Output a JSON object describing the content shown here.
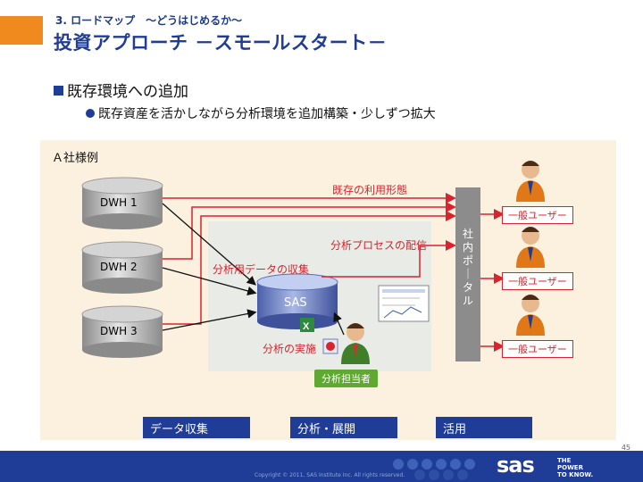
{
  "header": {
    "breadcrumb": "3. ロードマップ　～どうはじめるか～",
    "title": "投資アプローチ －スモールスタート－"
  },
  "bullets": {
    "level1": "既存環境への追加",
    "level2": "既存資産を活かしながら分析環境を追加構築・少しずつ拡大"
  },
  "diagram": {
    "panel_label": "Ａ社様例",
    "databases": [
      "DWH 1",
      "DWH 2",
      "DWH 3"
    ],
    "sas_label": "SAS",
    "existing_usage": "既存の利用形態",
    "analysis_delivery": "分析プロセスの配信",
    "data_collection_for_analysis": "分析用データの収集",
    "analysis_execution": "分析の実施",
    "analyst": "分析担当者",
    "portal": [
      "社",
      "内",
      "ポ",
      "｜",
      "タ",
      "ル"
    ],
    "users": [
      "一般ユーザー",
      "一般ユーザー",
      "一般ユーザー"
    ],
    "stages": [
      "データ収集",
      "分析・展開",
      "活用"
    ]
  },
  "colors": {
    "brand_blue": "#1f3c96",
    "accent_orange": "#f08a1e",
    "arrow_red": "#d9232e",
    "portal_gray": "#8c8c8c",
    "analyst_green": "#5fa832"
  },
  "footer": {
    "page_number": "45",
    "copyright": "Copyright © 2011, SAS Institute Inc. All rights reserved.",
    "logo": "sas",
    "tagline": [
      "THE",
      "POWER",
      "TO KNOW."
    ]
  }
}
